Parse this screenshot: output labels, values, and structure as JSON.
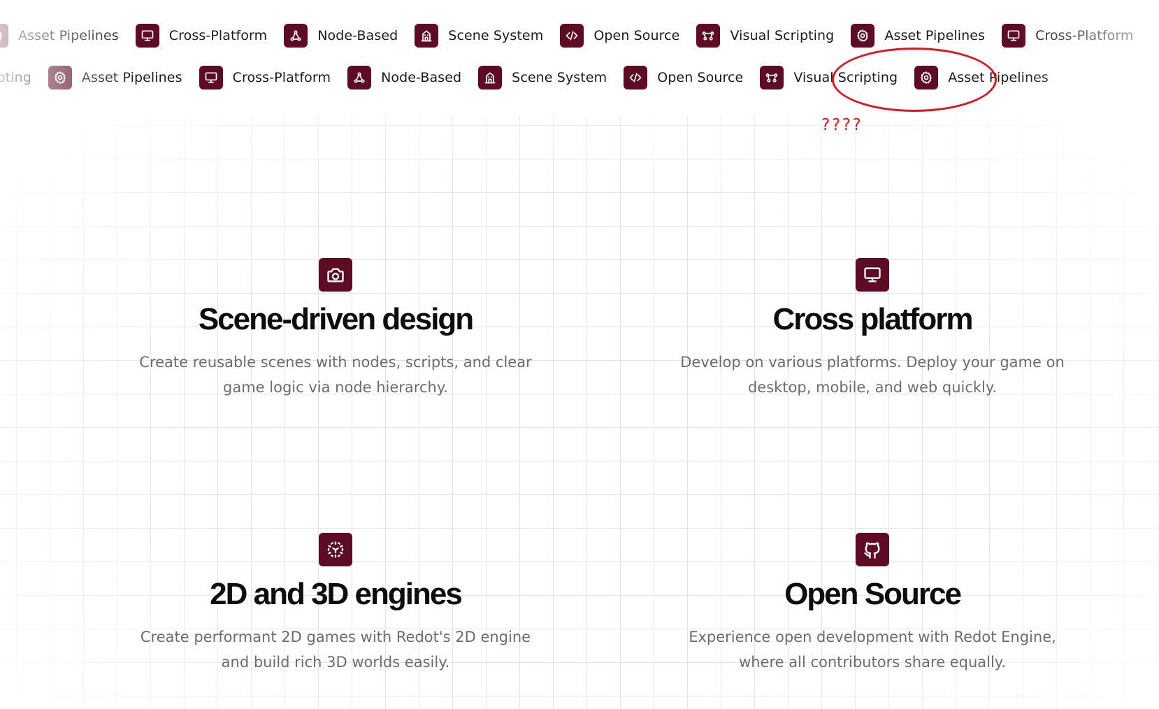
{
  "marquee": {
    "row1": [
      {
        "label": "Asset Pipelines",
        "icon": "gear-icon"
      },
      {
        "label": "Cross-Platform",
        "icon": "monitor-icon"
      },
      {
        "label": "Node-Based",
        "icon": "nodes-icon"
      },
      {
        "label": "Scene System",
        "icon": "scene-icon"
      },
      {
        "label": "Open Source",
        "icon": "code-icon"
      },
      {
        "label": "Visual Scripting",
        "icon": "graph-icon"
      },
      {
        "label": "Asset Pipelines",
        "icon": "gear-icon"
      },
      {
        "label": "Cross-Platform",
        "icon": "monitor-icon"
      }
    ],
    "row2": [
      {
        "label": "Visual Scripting",
        "icon": "graph-icon"
      },
      {
        "label": "Asset Pipelines",
        "icon": "gear-icon"
      },
      {
        "label": "Cross-Platform",
        "icon": "monitor-icon"
      },
      {
        "label": "Node-Based",
        "icon": "nodes-icon"
      },
      {
        "label": "Scene System",
        "icon": "scene-icon"
      },
      {
        "label": "Open Source",
        "icon": "code-icon"
      },
      {
        "label": "Visual Scripting",
        "icon": "graph-icon"
      },
      {
        "label": "Asset Pipelines",
        "icon": "gear-icon"
      }
    ]
  },
  "annotation": {
    "text": "????",
    "color": "#e0141e"
  },
  "features": [
    {
      "icon": "camera-icon",
      "title": "Scene-driven design",
      "description": "Create reusable scenes with nodes, scripts, and clear game logic via node hierarchy."
    },
    {
      "icon": "monitor-icon",
      "title": "Cross platform",
      "description": "Develop on various platforms. Deploy your game on desktop, mobile, and web quickly."
    },
    {
      "icon": "cube-dashed-icon",
      "title": "2D and 3D engines",
      "description": "Create performant 2D games with Redot's 2D engine and build rich 3D worlds easily."
    },
    {
      "icon": "github-icon",
      "title": "Open Source",
      "description": "Experience open development with Redot Engine, where all contributors share equally."
    }
  ],
  "colors": {
    "brand": "#5e0c24",
    "heading": "#0d0d0d",
    "body_text": "#6b6b74",
    "annotation": "#e0141e"
  }
}
